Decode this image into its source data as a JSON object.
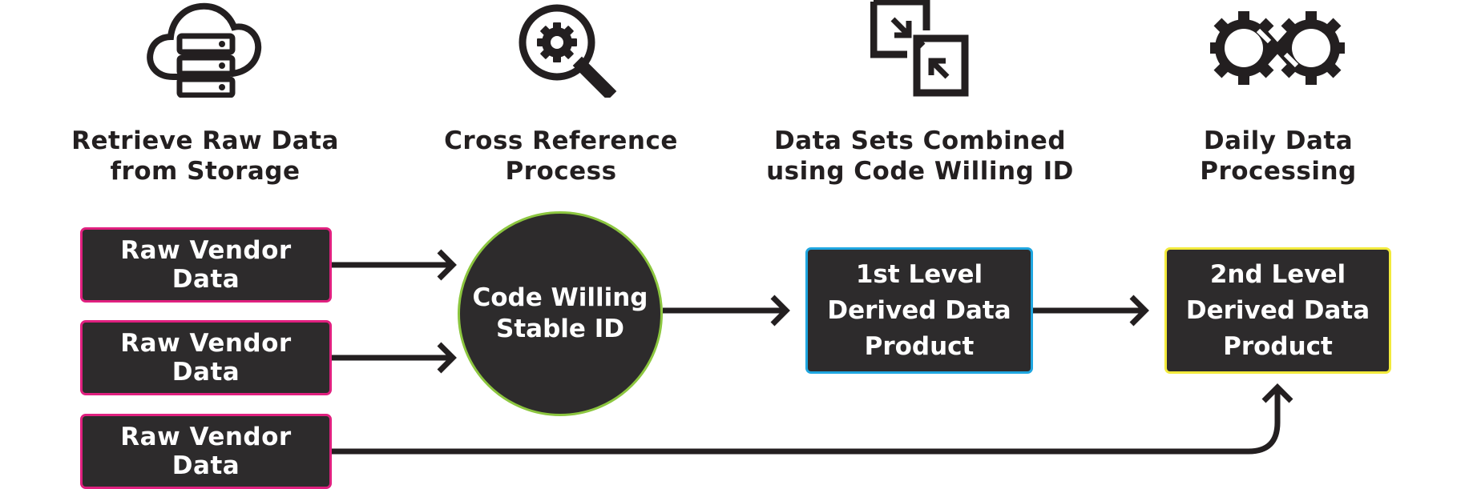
{
  "steps": [
    {
      "title_line1": "Retrieve Raw Data",
      "title_line2": "from Storage",
      "icon": "cloud-server-icon"
    },
    {
      "title_line1": "Cross Reference",
      "title_line2": "Process",
      "icon": "magnifier-gear-icon"
    },
    {
      "title_line1": "Data Sets Combined",
      "title_line2": "using Code Willing ID",
      "icon": "merge-squares-icon"
    },
    {
      "title_line1": "Daily Data",
      "title_line2": "Processing",
      "icon": "gear-infinity-icon"
    }
  ],
  "nodes": {
    "vendors": [
      "Raw Vendor Data",
      "Raw Vendor Data",
      "Raw Vendor Data"
    ],
    "stable_id": {
      "line1": "Code Willing",
      "line2": "Stable ID"
    },
    "level1": {
      "line1": "1st Level",
      "line2": "Derived Data",
      "line3": "Product"
    },
    "level2": {
      "line1": "2nd Level",
      "line2": "Derived Data",
      "line3": "Product"
    }
  },
  "colors": {
    "vendor_border": "#e0207f",
    "stable_id_border": "#8cc63f",
    "level1_border": "#1fa6e0",
    "level2_border": "#f2ea3c",
    "box_fill": "#2d2b2c",
    "ink": "#231f20"
  }
}
